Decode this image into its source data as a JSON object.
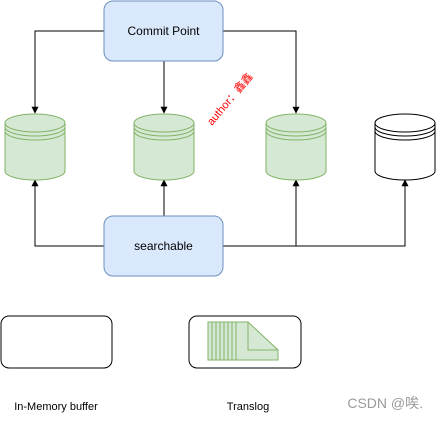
{
  "diagram": {
    "nodes": {
      "commit_point": {
        "label": "Commit Point"
      },
      "searchable": {
        "label": "searchable"
      }
    },
    "segments": [
      {
        "id": "segment-1",
        "style": "committed"
      },
      {
        "id": "segment-2",
        "style": "committed"
      },
      {
        "id": "segment-3",
        "style": "committed"
      },
      {
        "id": "segment-4",
        "style": "uncommitted"
      }
    ],
    "labels": {
      "in_memory_buffer": "In-Memory buffer",
      "translog": "Translog"
    },
    "annotations": {
      "author": "author：鑫鑫"
    },
    "watermark": "CSDN @唉."
  },
  "colors": {
    "node_fill": "#dae8fc",
    "node_stroke": "#6c8ebf",
    "segment_fill": "#d5e8d4",
    "segment_stroke": "#82b366",
    "segment_empty_fill": "#ffffff",
    "segment_empty_stroke": "#000000",
    "author_text": "#ff0000",
    "watermark_text": "#9a9a9a",
    "edge": "#000000"
  }
}
